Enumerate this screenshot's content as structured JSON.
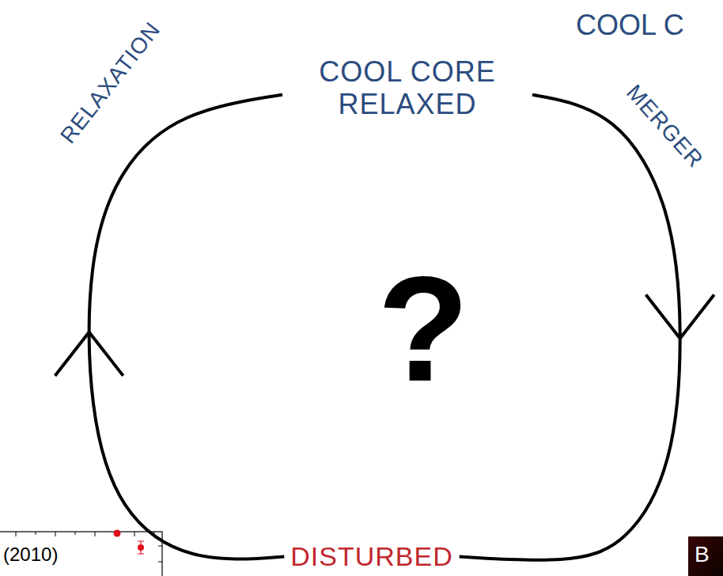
{
  "diagram": {
    "nodes": [
      {
        "text": [
          "COOL CORE RELAXED"
        ]
      },
      {
        "text": [
          "DISTURBED"
        ]
      }
    ],
    "edges": [
      {
        "from": 0,
        "to": 1,
        "arrow": "to",
        "label": "MERGER"
      },
      {
        "from": 1,
        "to": 0,
        "arrow": "to",
        "label": "RELAXATION"
      }
    ],
    "labels": [
      "?",
      "COOL C",
      "(2010)",
      "B"
    ]
  }
}
